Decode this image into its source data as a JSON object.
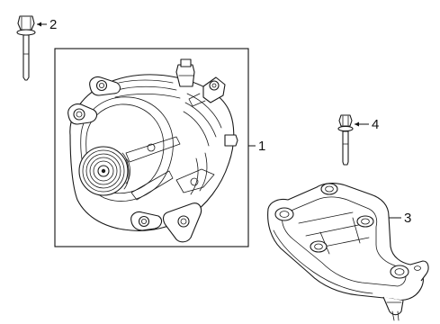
{
  "callouts": [
    {
      "id": "alternator",
      "label": "1"
    },
    {
      "id": "alternator-bolt",
      "label": "2"
    },
    {
      "id": "bracket",
      "label": "3"
    },
    {
      "id": "bracket-bolt",
      "label": "4"
    }
  ]
}
